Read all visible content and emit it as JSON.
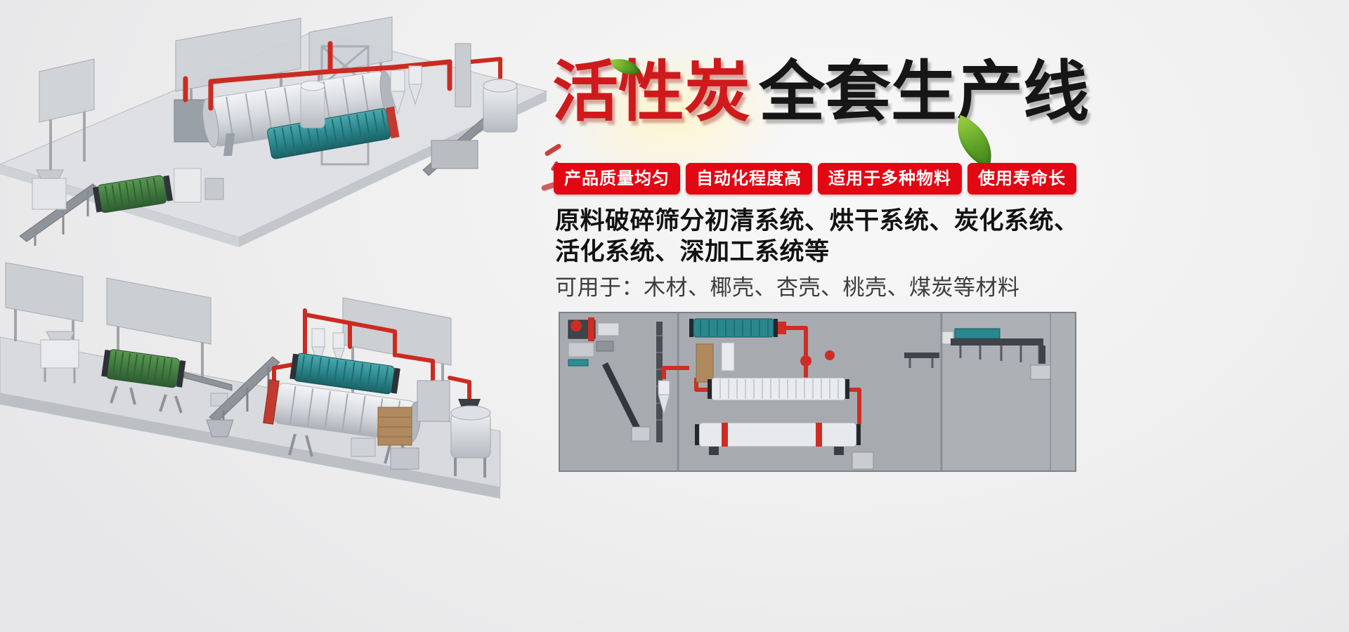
{
  "title": {
    "red": "活性炭",
    "black": "全套生产线"
  },
  "badges": [
    {
      "label": "产品质量均匀"
    },
    {
      "label": "自动化程度高"
    },
    {
      "label": "适用于多种物料"
    },
    {
      "label": "使用寿命长"
    }
  ],
  "description": {
    "bold_line1": "原料破碎筛分初清系统、烘干系统、炭化系统、",
    "bold_line2": "活化系统、深加工系统等",
    "usage_line": "可用于：木材、椰壳、杏壳、桃壳、煤炭等材料"
  },
  "illustrations": {
    "top": "activated-carbon-production-line-3d-view-top",
    "bottom": "activated-carbon-production-line-3d-view-bottom",
    "schematic": "production-line-layout-schematic"
  },
  "colors": {
    "badge_red": "#e30613",
    "title_red": "#cf1a1c",
    "title_black": "#161616",
    "pipe_red": "#cb2b21",
    "teal_drum": "#2a878d",
    "green_drum": "#3f7f46",
    "platform_gray": "#d8dade",
    "schematic_bg": "#a7abb0"
  }
}
